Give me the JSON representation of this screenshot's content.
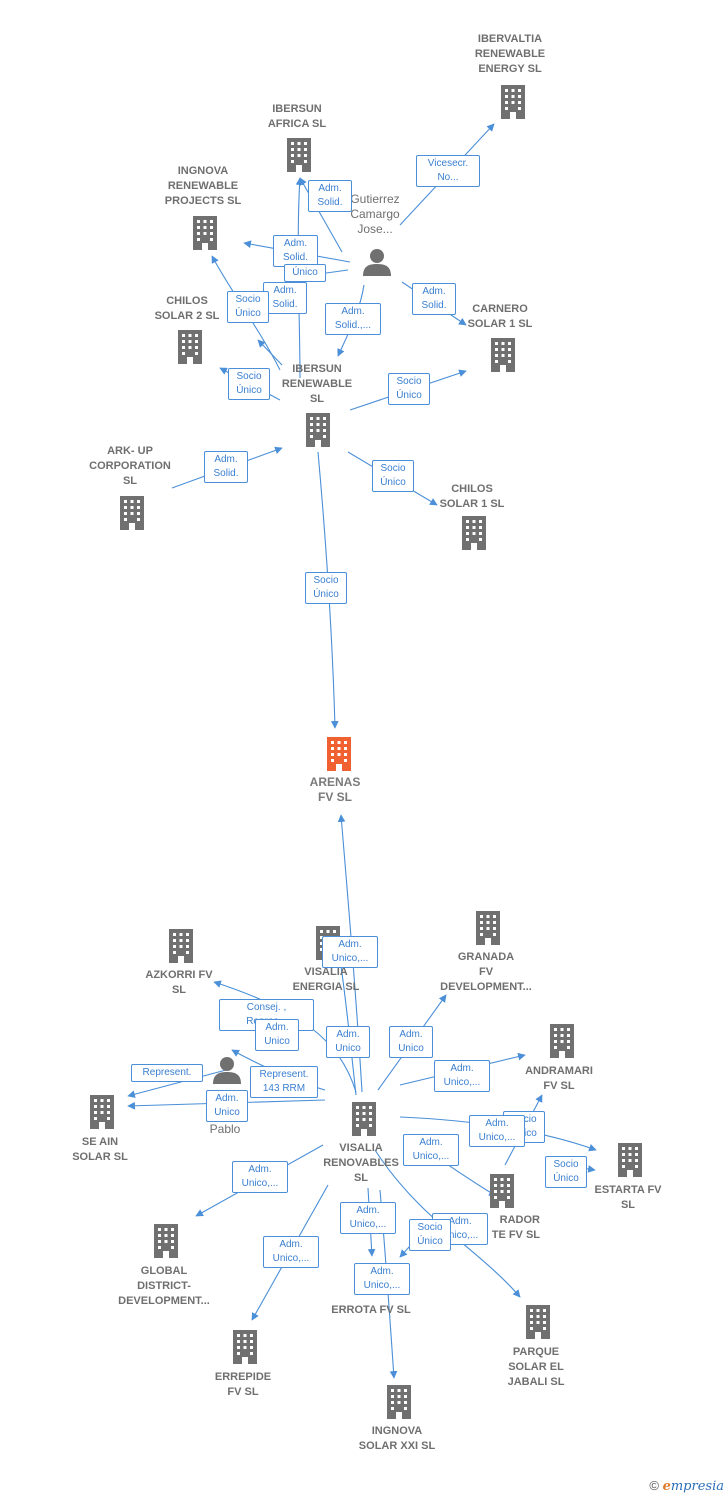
{
  "colors": {
    "edge": "#4a8fd8",
    "building": "#707070",
    "main_building": "#f06030",
    "label": "#6f6f6f"
  },
  "nodes": [
    {
      "id": "ibervaltia",
      "label": "IBERVALTIA\nRENEWABLE\nENERGY  SL",
      "icon": "building-icon"
    },
    {
      "id": "ibersun_africa",
      "label": "IBERSUN\nAFRICA  SL",
      "icon": "building-icon"
    },
    {
      "id": "ingnova_projects",
      "label": "INGNOVA\nRENEWABLE\nPROJECTS  SL",
      "icon": "building-icon"
    },
    {
      "id": "gutierrez",
      "label": "Gutierrez\nCamargo\nJose...",
      "icon": "person-icon"
    },
    {
      "id": "chilos2",
      "label": "CHILOS\nSOLAR 2  SL",
      "icon": "building-icon"
    },
    {
      "id": "carnero",
      "label": "CARNERO\nSOLAR 1  SL",
      "icon": "building-icon"
    },
    {
      "id": "ibersun_renewable",
      "label": "IBERSUN\nRENEWABLE\nSL",
      "icon": "building-icon"
    },
    {
      "id": "arkup",
      "label": "ARK- UP\nCORPORATION\nSL",
      "icon": "building-icon"
    },
    {
      "id": "chilos1",
      "label": "CHILOS\nSOLAR 1  SL",
      "icon": "building-icon"
    },
    {
      "id": "arenas",
      "label": "ARENAS\nFV  SL",
      "icon": "building-icon"
    },
    {
      "id": "azkorri",
      "label": "AZKORRI FV\nSL",
      "icon": "building-icon"
    },
    {
      "id": "visalia_energia",
      "label": "VISALIA\nENERGIA  SL",
      "icon": "building-icon"
    },
    {
      "id": "granada",
      "label": "GRANADA\nFV\nDEVELOPMENT...",
      "icon": "building-icon"
    },
    {
      "id": "andramari",
      "label": "ANDRAMARI\nFV  SL",
      "icon": "building-icon"
    },
    {
      "id": "pablo",
      "label": "Pablo",
      "icon": "person-icon"
    },
    {
      "id": "seain",
      "label": "SE AIN\nSOLAR  SL",
      "icon": "building-icon"
    },
    {
      "id": "visalia_renovables",
      "label": "VISALIA\nRENOVABLES\nSL",
      "icon": "building-icon"
    },
    {
      "id": "estarta",
      "label": "ESTARTA FV\nSL",
      "icon": "building-icon"
    },
    {
      "id": "mirador",
      "label": "RADOR\nTE FV  SL",
      "icon": "building-icon"
    },
    {
      "id": "global",
      "label": "GLOBAL\nDISTRICT-\nDEVELOPMENT...",
      "icon": "building-icon"
    },
    {
      "id": "errota",
      "label": "ERROTA FV  SL",
      "icon": "building-icon"
    },
    {
      "id": "parque",
      "label": "PARQUE\nSOLAR EL\nJABALI  SL",
      "icon": "building-icon"
    },
    {
      "id": "errepide",
      "label": "ERREPIDE\nFV  SL",
      "icon": "building-icon"
    },
    {
      "id": "ingnova_xxi",
      "label": "INGNOVA\nSOLAR XXI  SL",
      "icon": "building-icon"
    }
  ],
  "relations": [
    {
      "id": "r1",
      "label": "Vicesecr.\nNo..."
    },
    {
      "id": "r2",
      "label": "Adm.\nSolid."
    },
    {
      "id": "r3",
      "label": "Adm.\nSolid."
    },
    {
      "id": "r4",
      "label": "Único"
    },
    {
      "id": "r5",
      "label": "Adm.\nSolid."
    },
    {
      "id": "r6",
      "label": "Socio\nÚnico"
    },
    {
      "id": "r7",
      "label": "Adm.\nSolid."
    },
    {
      "id": "r8",
      "label": "Adm.\nSolid.,..."
    },
    {
      "id": "r9",
      "label": "Socio\nÚnico"
    },
    {
      "id": "r10",
      "label": "Socio\nÚnico"
    },
    {
      "id": "r11",
      "label": "Adm.\nSolid."
    },
    {
      "id": "r12",
      "label": "Socio\nÚnico"
    },
    {
      "id": "r13",
      "label": "Socio\nÚnico"
    },
    {
      "id": "r14",
      "label": "Adm.\nUnico,..."
    },
    {
      "id": "r15",
      "label": "Consej. ,\nRepres..."
    },
    {
      "id": "r16",
      "label": "Adm.\nUnico"
    },
    {
      "id": "r17",
      "label": "Adm.\nUnico"
    },
    {
      "id": "r18",
      "label": "Adm.\nUnico"
    },
    {
      "id": "r19",
      "label": "Represent."
    },
    {
      "id": "r20",
      "label": "Represent.\n143 RRM"
    },
    {
      "id": "r21",
      "label": "Adm.\nUnico"
    },
    {
      "id": "r22",
      "label": "Adm.\nUnico,..."
    },
    {
      "id": "r23",
      "label": "Socio\nÚnico"
    },
    {
      "id": "r24",
      "label": "Adm.\nUnico,..."
    },
    {
      "id": "r25",
      "label": "Adm.\nUnico,..."
    },
    {
      "id": "r26",
      "label": "Socio\nÚnico"
    },
    {
      "id": "r27",
      "label": "Adm.\nUnico,..."
    },
    {
      "id": "r28",
      "label": "Adm.\nUnico,..."
    },
    {
      "id": "r29",
      "label": "Adm.\nUnico,..."
    },
    {
      "id": "r30",
      "label": "Socio\nÚnico"
    },
    {
      "id": "r31",
      "label": "Adm.\nUnico,..."
    },
    {
      "id": "r32",
      "label": "Adm.\nUnico,..."
    }
  ],
  "footer": {
    "copyright": "©",
    "brand_initial": "e",
    "brand_rest": "mpresia"
  }
}
